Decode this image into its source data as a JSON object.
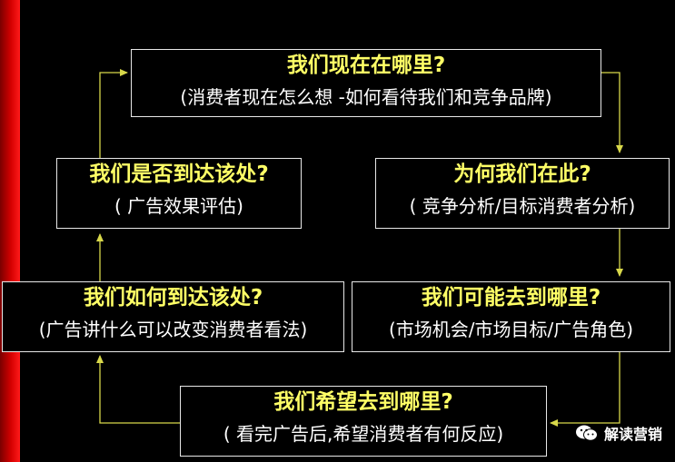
{
  "nodes": {
    "where_now": {
      "question": "我们现在在哪里?",
      "detail": "(消费者现在怎么想 -如何看待我们和竞争品牌)"
    },
    "why_here": {
      "question": "为何我们在此?",
      "detail": "( 竞争分析/目标消费者分析)"
    },
    "where_could": {
      "question": "我们可能去到哪里?",
      "detail": "(市场机会/市场目标/广告角色)"
    },
    "where_hope": {
      "question": "我们希望去到哪里?",
      "detail": "( 看完广告后,希望消费者有何反应)"
    },
    "how_get_there": {
      "question": "我们如何到达该处?",
      "detail": "(广告讲什么可以改变消费者看法)"
    },
    "did_we_arrive": {
      "question": "我们是否到达该处?",
      "detail": "( 广告效果评估)"
    }
  },
  "watermark": {
    "text": "解读营销",
    "icon": "wechat-logo-icon"
  },
  "colors": {
    "question": "#ffff66",
    "arrow": "#d8d84a",
    "accent_bar": "#d40000"
  }
}
